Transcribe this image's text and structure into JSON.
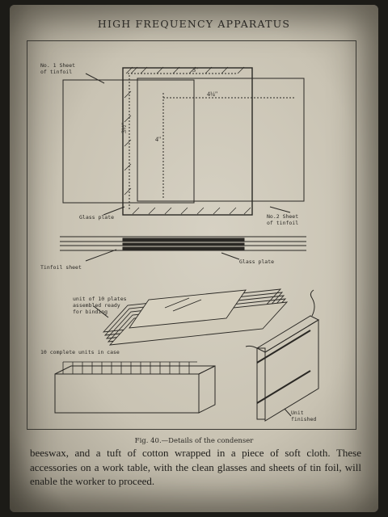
{
  "page": {
    "running_head": "HIGH FREQUENCY APPARATUS",
    "caption": "Fig. 40.—Details of the condenser",
    "body_text": "beeswax, and a tuft of cotton wrapped in a piece of soft cloth. These accessories on a work table, with the clean glasses and sheets of tin foil, will enable the worker to proceed."
  },
  "figure": {
    "labels": {
      "sheet1_line1": "No. 1 Sheet",
      "sheet1_line2": "of tinfoil",
      "glass_plate": "Glass plate",
      "sheet2_line1": "No.2 Sheet",
      "sheet2_line2": "of tinfoil",
      "tinfoil_sheet": "Tinfoil sheet",
      "glass_plate_2": "Glass plate",
      "unit_line1": "unit of 10 plates",
      "unit_line2": "assembled ready",
      "unit_line3": "for binding",
      "complete_units": "10 complete units in case",
      "unit_finished_1": "Unit",
      "unit_finished_2": "finished"
    },
    "dimensions": {
      "top": "3\"",
      "inner": "4¼\"",
      "side": "3½\"",
      "vertical": "4\""
    }
  }
}
